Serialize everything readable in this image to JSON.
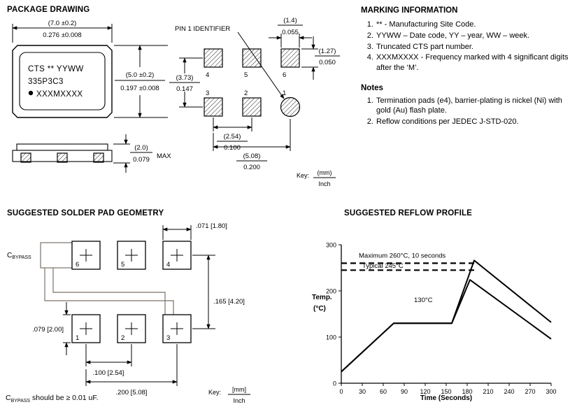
{
  "package_drawing": {
    "title": "PACKAGE DRAWING",
    "marking_line1": "CTS ** YYWW",
    "marking_line2": "335P3C3",
    "marking_line3": "XXXMXXXX",
    "dim_width_mm": "(7.0 ±0.2)",
    "dim_width_in": "0.276 ±0.008",
    "dim_height_mm": "(5.0 ±0.2)",
    "dim_height_in": "0.197 ±0.008",
    "dim_thickness_mm": "(2.0)",
    "dim_thickness_in": "0.079",
    "dim_thickness_note": "MAX"
  },
  "pad_layout": {
    "pin1_label": "PIN 1 IDENTIFIER",
    "pad_numbers": {
      "p1": "1",
      "p2": "2",
      "p3": "3",
      "p4": "4",
      "p5": "5",
      "p6": "6"
    },
    "dim_pad_width_mm": "(1.4)",
    "dim_pad_width_in": "0.055",
    "dim_pad_height_mm": "(1.27)",
    "dim_pad_height_in": "0.050",
    "dim_row_mm": "(3.73)",
    "dim_row_in": "0.147",
    "dim_col_mm": "(2.54)",
    "dim_col_in": "0.100",
    "dim_span_mm": "(5.08)",
    "dim_span_in": "0.200",
    "key_label": "Key:",
    "key_mm": "(mm)",
    "key_inch": "Inch"
  },
  "marking_information": {
    "title": "MARKING INFORMATION",
    "items": [
      "** - Manufacturing Site Code.",
      "YYWW – Date code, YY – year, WW – week.",
      "Truncated CTS part number.",
      "XXXMXXXX - Frequency marked with 4 significant digits after the ‘M’."
    ],
    "notes_title": "Notes",
    "notes": [
      "Termination pads (e4), barrier-plating is nickel (Ni) with gold (Au) flash plate.",
      "Reflow conditions per JEDEC J-STD-020."
    ]
  },
  "solder_pad": {
    "title": "SUGGESTED SOLDER PAD GEOMETRY",
    "cap_label": "C",
    "cap_label_sub": "BYPASS",
    "pad_numbers": {
      "p1": "1",
      "p2": "2",
      "p3": "3",
      "p4": "4",
      "p5": "5",
      "p6": "6"
    },
    "dim_pad_width": ".071 [1.80]",
    "dim_row": ".165 [4.20]",
    "dim_pad_height": ".079 [2.00]",
    "dim_col": ".100 [2.54]",
    "dim_span": ".200 [5.08]",
    "key_label": "Key:",
    "key_mm": "[mm]",
    "key_inch": "Inch",
    "footnote_c": "C",
    "footnote_sub": "BYPASS",
    "footnote_rest": " should be ≥ 0.01 uF."
  },
  "reflow_profile": {
    "title": "SUGGESTED REFLOW PROFILE",
    "y_axis_label_1": "Temp.",
    "y_axis_label_2": "(°C)"
  },
  "chart_data": {
    "type": "line",
    "title": "SUGGESTED REFLOW PROFILE",
    "xlabel": "Time (Seconds)",
    "ylabel": "Temp. (°C)",
    "xlim": [
      0,
      300
    ],
    "ylim": [
      0,
      300
    ],
    "xticks": [
      0,
      30,
      60,
      90,
      120,
      150,
      180,
      210,
      240,
      270,
      300
    ],
    "yticks": [
      0,
      100,
      200,
      300
    ],
    "legend": false,
    "grid": false,
    "reference_lines": [
      {
        "label": "Maximum 260°C, 10 seconds",
        "y": 260,
        "x_end": 196,
        "style": "dashed"
      },
      {
        "label": "Typical 245°C",
        "y": 245,
        "x_end": 192,
        "style": "dashed"
      }
    ],
    "annotations": [
      {
        "text": "Maximum  260°C,  10 seconds",
        "x": 25,
        "y": 272
      },
      {
        "text": "Typical  245°C",
        "x": 30,
        "y": 250
      },
      {
        "text": "130°C",
        "x": 104,
        "y": 176
      }
    ],
    "series": [
      {
        "name": "maximum profile",
        "points": [
          [
            0,
            25
          ],
          [
            75,
            130
          ],
          [
            158,
            130
          ],
          [
            190,
            266
          ],
          [
            300,
            132
          ]
        ]
      },
      {
        "name": "typical profile",
        "points": [
          [
            0,
            25
          ],
          [
            75,
            130
          ],
          [
            158,
            130
          ],
          [
            184,
            224
          ],
          [
            300,
            96
          ]
        ]
      }
    ]
  }
}
